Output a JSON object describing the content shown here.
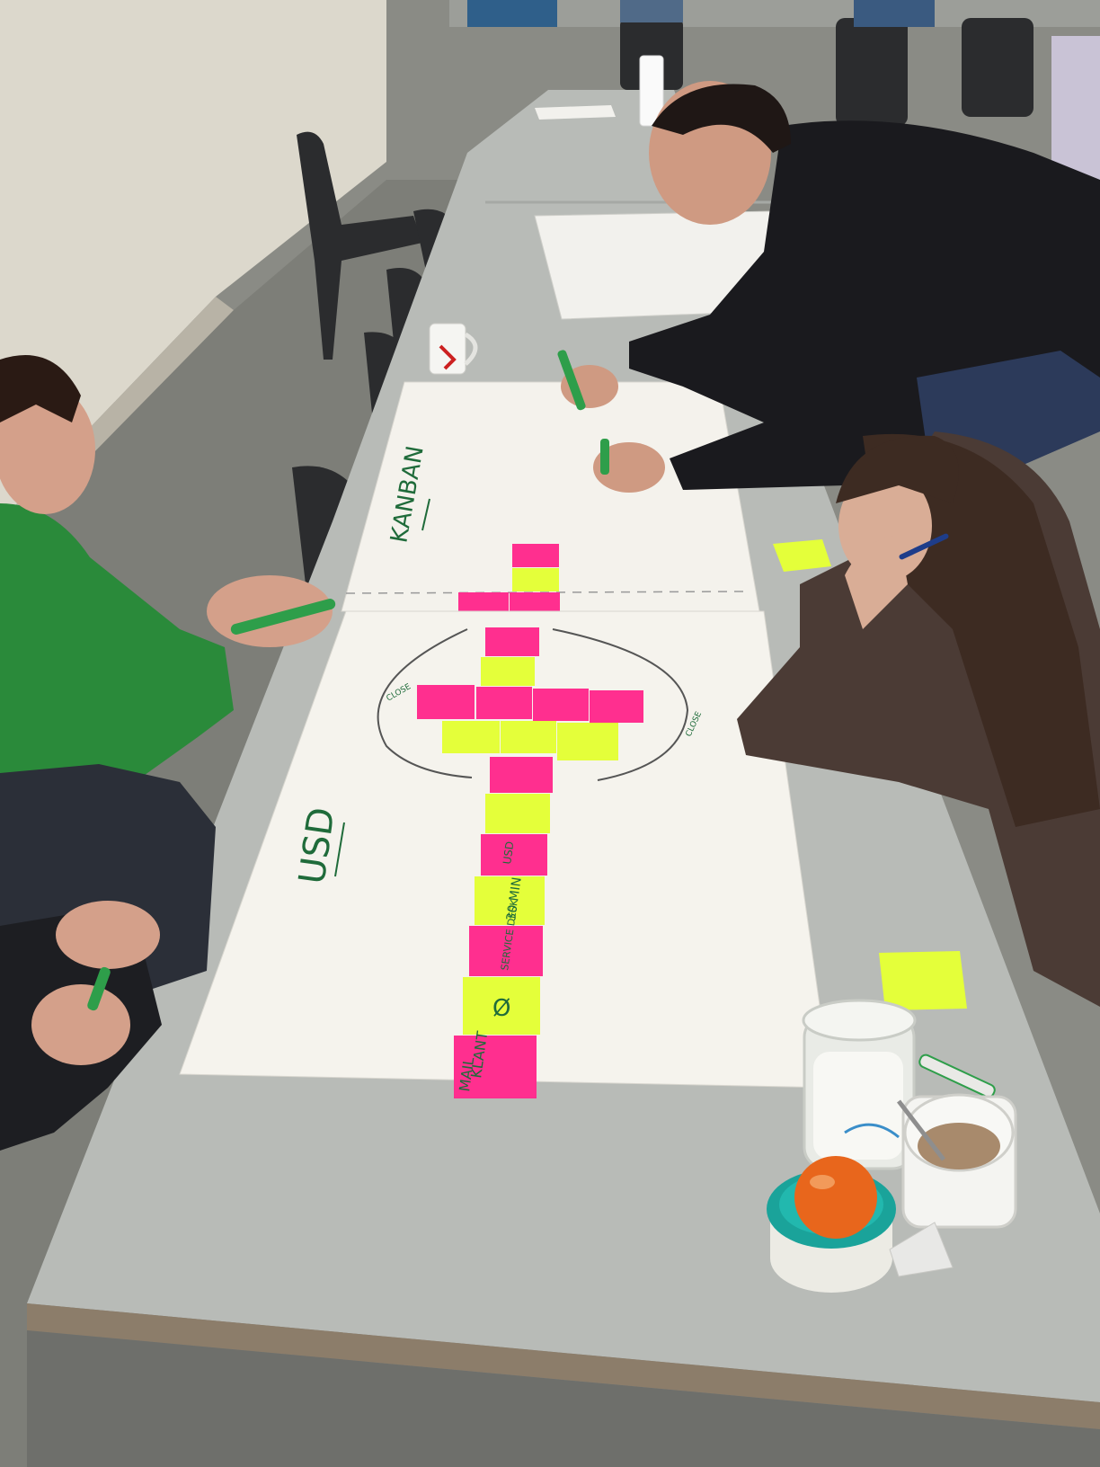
{
  "image": {
    "width": 1224,
    "height": 1632
  },
  "colors": {
    "wall": "#d9d5c9",
    "floor": "#7f807a",
    "table_top": "#b9bcb8",
    "table_edge": "#8a7a66",
    "paper": "#f4f2ec",
    "note_pink": "#ff2f8f",
    "note_yellow": "#e4ff3a",
    "marker_green": "#2e9e4a",
    "sweater_green": "#2a8a3a",
    "shirt_black": "#1a1a1e",
    "sweater_brown": "#4a3a34",
    "tangerine": "#e8661c",
    "lid_teal": "#1aa39a"
  },
  "objects": [
    {
      "name": "flipchart-upper"
    },
    {
      "name": "flipchart-lower"
    },
    {
      "name": "sticky-note-cross"
    },
    {
      "name": "person-green-sweater"
    },
    {
      "name": "person-black-sweater"
    },
    {
      "name": "person-brown-sweater"
    },
    {
      "name": "hands-with-marker"
    },
    {
      "name": "plastic-cup"
    },
    {
      "name": "coffee-mug"
    },
    {
      "name": "tangerine-container"
    },
    {
      "name": "loose-yellow-sticky-note"
    }
  ],
  "handwriting": {
    "kanban": "KANBAN",
    "usd": "USD",
    "close_left": "CLOSE",
    "close_right": "CLOSE",
    "klant": "KLANT",
    "mail": "MAIL",
    "service_desk": "SERVICE DESK",
    "min30": "30 MIN",
    "usd_note": "USD",
    "empty_set": "Ø"
  }
}
